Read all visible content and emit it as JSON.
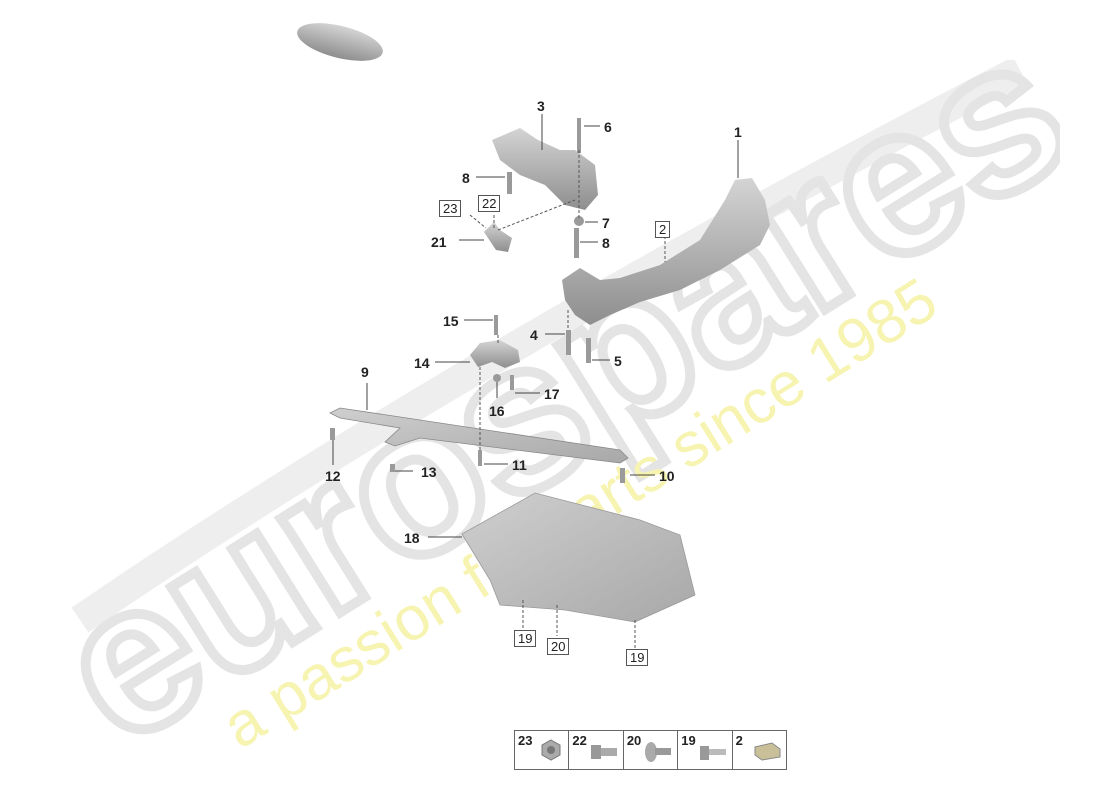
{
  "diagram": {
    "type": "exploded-parts-diagram",
    "subject": "Rear axle carrier / subframe assembly with underbody panel",
    "watermark": {
      "brand": "eurospares",
      "tagline": "a passion for parts since 1985",
      "brand_color": "#e6e6e6",
      "tagline_color": "#f5f3a8"
    },
    "callouts": [
      {
        "id": "1",
        "label": "1",
        "part": "subframe",
        "boxed": false
      },
      {
        "id": "2",
        "label": "2",
        "part": "clip nut",
        "boxed": true
      },
      {
        "id": "3",
        "label": "3",
        "part": "bracket",
        "boxed": false
      },
      {
        "id": "4",
        "label": "4",
        "part": "bolt",
        "boxed": false
      },
      {
        "id": "5",
        "label": "5",
        "part": "bolt",
        "boxed": false
      },
      {
        "id": "6",
        "label": "6",
        "part": "stud",
        "boxed": false
      },
      {
        "id": "7",
        "label": "7",
        "part": "nut",
        "boxed": false
      },
      {
        "id": "8a",
        "label": "8",
        "part": "bolt",
        "boxed": false
      },
      {
        "id": "8b",
        "label": "8",
        "part": "bolt",
        "boxed": false
      },
      {
        "id": "9",
        "label": "9",
        "part": "cross brace",
        "boxed": false
      },
      {
        "id": "10",
        "label": "10",
        "part": "bolt",
        "boxed": false
      },
      {
        "id": "11",
        "label": "11",
        "part": "bolt",
        "boxed": false
      },
      {
        "id": "12",
        "label": "12",
        "part": "bolt",
        "boxed": false
      },
      {
        "id": "13",
        "label": "13",
        "part": "bolt",
        "boxed": false
      },
      {
        "id": "14",
        "label": "14",
        "part": "mount bracket",
        "boxed": false
      },
      {
        "id": "15",
        "label": "15",
        "part": "stud",
        "boxed": false
      },
      {
        "id": "16",
        "label": "16",
        "part": "nut",
        "boxed": false
      },
      {
        "id": "17",
        "label": "17",
        "part": "bolt",
        "boxed": false
      },
      {
        "id": "18",
        "label": "18",
        "part": "underbody panel",
        "boxed": false
      },
      {
        "id": "19a",
        "label": "19",
        "part": "screw",
        "boxed": true
      },
      {
        "id": "19b",
        "label": "19",
        "part": "screw",
        "boxed": true
      },
      {
        "id": "20",
        "label": "20",
        "part": "clip",
        "boxed": true
      },
      {
        "id": "21",
        "label": "21",
        "part": "bracket",
        "boxed": false
      },
      {
        "id": "22",
        "label": "22",
        "part": "bolt",
        "boxed": true
      },
      {
        "id": "23",
        "label": "23",
        "part": "nut",
        "boxed": true
      }
    ],
    "legend": [
      {
        "num": "23",
        "icon": "flange-nut-icon"
      },
      {
        "num": "22",
        "icon": "hex-bolt-icon"
      },
      {
        "num": "20",
        "icon": "push-clip-icon"
      },
      {
        "num": "19",
        "icon": "flange-screw-icon"
      },
      {
        "num": "2",
        "icon": "clip-nut-icon"
      }
    ]
  }
}
